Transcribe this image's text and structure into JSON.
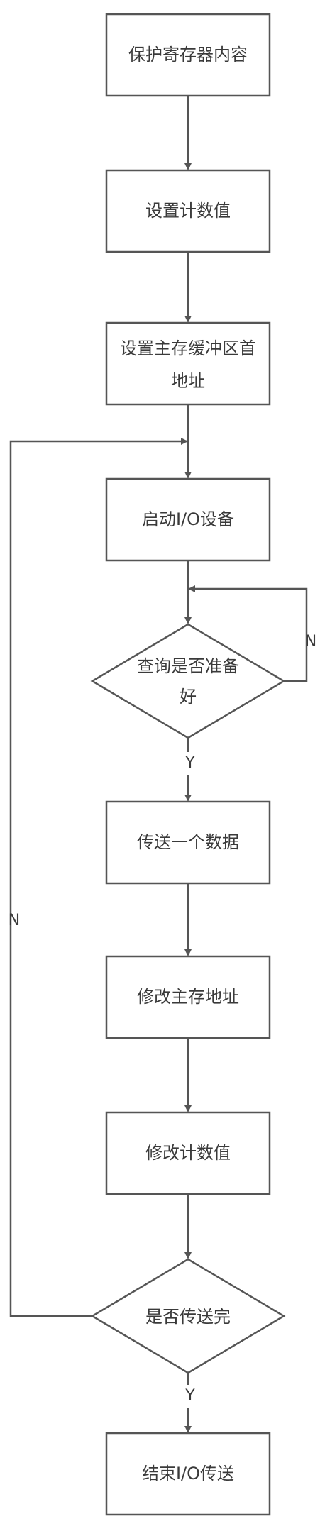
{
  "nodes": {
    "save_registers": "保护寄存器内容",
    "set_count": "设置计数值",
    "set_buffer_line1": "设置主存缓冲区首",
    "set_buffer_line2": "地址",
    "start_io": "启动I/O设备",
    "query_ready_line1": "查询是否准备",
    "query_ready_line2": "好",
    "transfer_data": "传送一个数据",
    "modify_address": "修改主存地址",
    "modify_count": "修改计数值",
    "transfer_done": "是否传送完",
    "end_io": "结束I/O传送"
  },
  "labels": {
    "ready_no": "N",
    "ready_yes": "Y",
    "done_no": "N",
    "done_yes": "Y"
  },
  "colors": {
    "stroke": "#555555",
    "text": "#3a3a3a",
    "fill": "#ffffff"
  }
}
